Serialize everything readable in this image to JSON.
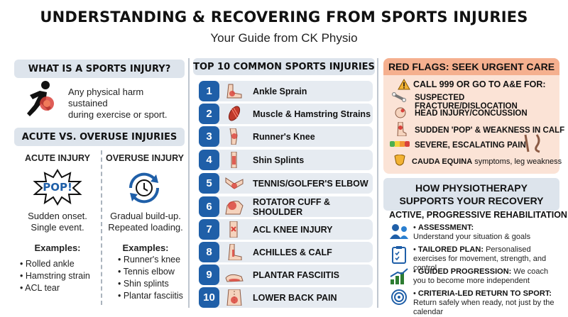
{
  "title": "UNDERSTANDING & RECOVERING FROM SPORTS INJURIES",
  "subtitle": "Your Guide from CK Physio",
  "what_is": {
    "heading": "WHAT IS A SPORTS INJURY?",
    "text_line1": "Any physical harm sustained",
    "text_line2": "during exercise or sport."
  },
  "acute_vs": {
    "heading": "ACUTE VS. OVERUSE INJURIES",
    "acute": {
      "heading": "ACUTE INJURY",
      "pop": "POP!",
      "desc1": "Sudden onset.",
      "desc2": "Single event.",
      "examples_label": "Examples:",
      "examples": [
        "• Rolled ankle",
        "• Hamstring strain",
        "• ACL tear"
      ]
    },
    "overuse": {
      "heading": "OVERUSE INJURY",
      "desc1": "Gradual build-up.",
      "desc2": "Repeated loading.",
      "examples_label": "Examples:",
      "examples": [
        "• Runner's knee",
        "• Tennis elbow",
        "• Shin splints",
        "• Plantar fasciitis"
      ]
    }
  },
  "top10": {
    "heading": "TOP 10 COMMON SPORTS INJURIES",
    "items": [
      {
        "num": "1",
        "label": "Ankle Sprain"
      },
      {
        "num": "2",
        "label": "Muscle & Hamstring Strains"
      },
      {
        "num": "3",
        "label": "Runner's Knee"
      },
      {
        "num": "4",
        "label": "Shin Splints"
      },
      {
        "num": "5",
        "label": "TENNIS/GOLFER'S ELBOW"
      },
      {
        "num": "6",
        "label": "ROTATOR CUFF & SHOULDER"
      },
      {
        "num": "7",
        "label": "ACL KNEE INJURY"
      },
      {
        "num": "8",
        "label": "ACHILLES & CALF"
      },
      {
        "num": "9",
        "label": "PLANTAR FASCIITIS"
      },
      {
        "num": "10",
        "label": "LOWER BACK PAIN"
      }
    ]
  },
  "red_flags": {
    "heading": "RED FLAGS: SEEK URGENT CARE",
    "call": "CALL 999 OR GO TO A&E FOR:",
    "items": [
      "SUSPECTED FRACTURE/DISLOCATION",
      "HEAD INJURY/CONCUSSION",
      "SUDDEN 'POP' & WEAKNESS IN CALF",
      "SEVERE, ESCALATING PAIN"
    ],
    "cauda_bold": "CAUDA EQUINA",
    "cauda_rest": " symptoms, leg weakness"
  },
  "physio": {
    "heading_line1": "HOW PHYSIOTHERAPY",
    "heading_line2": "SUPPORTS YOUR RECOVERY",
    "subheading": "ACTIVE, PROGRESSIVE REHABILITATION",
    "steps": [
      {
        "title": "ASSESSMENT:",
        "text": "Understand your situation & goals"
      },
      {
        "title": "TAILORED PLAN:",
        "text": "Personalised exercises for movement, strength, and control"
      },
      {
        "title": "GUIDED PROGRESSION:",
        "text": "We coach you to become more independent"
      },
      {
        "title": "CRITERIA-LED RETURN TO SPORT:",
        "text": "Return safely when ready, not just by the calendar"
      }
    ]
  },
  "colors": {
    "navy": "#1f5fa8",
    "header_gray": "#dde4ec",
    "red_flag_bg": "#fbe3d6",
    "red_flag_header": "#f5b08f",
    "injury_red": "#d9413a"
  }
}
